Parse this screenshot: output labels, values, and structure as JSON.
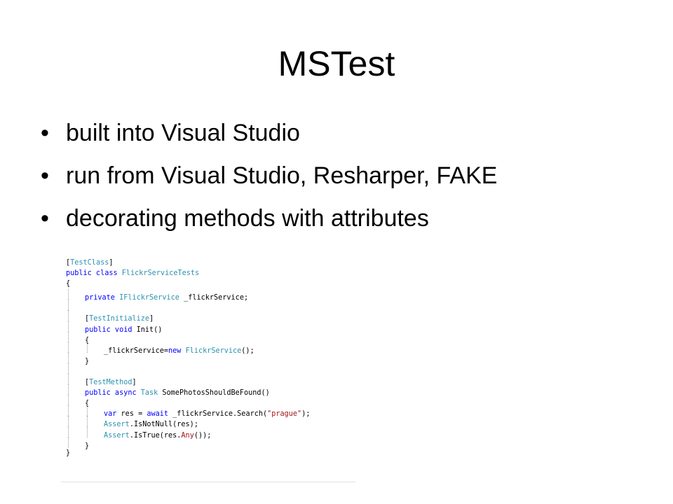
{
  "slide": {
    "title": "MSTest",
    "bullets": [
      "built into Visual Studio",
      "run from Visual Studio, Resharper, FAKE",
      "decorating methods with attributes"
    ],
    "bullet_glyph": "•"
  },
  "code": {
    "lines": [
      {
        "indent": 0,
        "tokens": [
          {
            "c": "pl",
            "t": "["
          },
          {
            "c": "ty",
            "t": "TestClass"
          },
          {
            "c": "pl",
            "t": "]"
          }
        ]
      },
      {
        "indent": 0,
        "tokens": [
          {
            "c": "kw",
            "t": "public class "
          },
          {
            "c": "ty",
            "t": "FlickrServiceTests"
          }
        ]
      },
      {
        "indent": 0,
        "tokens": [
          {
            "c": "pl",
            "t": "{"
          }
        ]
      },
      {
        "indent": 1,
        "tokens": [
          {
            "c": "kw",
            "t": "private "
          },
          {
            "c": "ty",
            "t": "IFlickrService"
          },
          {
            "c": "pl",
            "t": " _flickrService;"
          }
        ]
      },
      {
        "indent": 1,
        "tokens": [
          {
            "c": "pl",
            "t": ""
          }
        ]
      },
      {
        "indent": 1,
        "tokens": [
          {
            "c": "pl",
            "t": "["
          },
          {
            "c": "ty",
            "t": "TestInitialize"
          },
          {
            "c": "pl",
            "t": "]"
          }
        ]
      },
      {
        "indent": 1,
        "tokens": [
          {
            "c": "kw",
            "t": "public void "
          },
          {
            "c": "pl",
            "t": "Init()"
          }
        ]
      },
      {
        "indent": 1,
        "tokens": [
          {
            "c": "pl",
            "t": "{"
          }
        ]
      },
      {
        "indent": 2,
        "tokens": [
          {
            "c": "pl",
            "t": "_flickrService="
          },
          {
            "c": "kw",
            "t": "new "
          },
          {
            "c": "ty",
            "t": "FlickrService"
          },
          {
            "c": "pl",
            "t": "();"
          }
        ]
      },
      {
        "indent": 1,
        "tokens": [
          {
            "c": "pl",
            "t": "}"
          }
        ]
      },
      {
        "indent": 1,
        "tokens": [
          {
            "c": "pl",
            "t": ""
          }
        ]
      },
      {
        "indent": 1,
        "tokens": [
          {
            "c": "pl",
            "t": "["
          },
          {
            "c": "ty",
            "t": "TestMethod"
          },
          {
            "c": "pl",
            "t": "]"
          }
        ]
      },
      {
        "indent": 1,
        "tokens": [
          {
            "c": "kw",
            "t": "public async "
          },
          {
            "c": "ty",
            "t": "Task"
          },
          {
            "c": "pl",
            "t": " SomePhotosShouldBeFound()"
          }
        ]
      },
      {
        "indent": 1,
        "tokens": [
          {
            "c": "pl",
            "t": "{"
          }
        ]
      },
      {
        "indent": 2,
        "tokens": [
          {
            "c": "kw",
            "t": "var "
          },
          {
            "c": "pl",
            "t": "res = "
          },
          {
            "c": "kw",
            "t": "await "
          },
          {
            "c": "pl",
            "t": "_flickrService.Search("
          },
          {
            "c": "str",
            "t": "\"prague\""
          },
          {
            "c": "pl",
            "t": ");"
          }
        ]
      },
      {
        "indent": 2,
        "tokens": [
          {
            "c": "ty",
            "t": "Assert"
          },
          {
            "c": "pl",
            "t": ".IsNotNull(res);"
          }
        ]
      },
      {
        "indent": 2,
        "tokens": [
          {
            "c": "ty",
            "t": "Assert"
          },
          {
            "c": "pl",
            "t": ".IsTrue(res."
          },
          {
            "c": "str",
            "t": "Any"
          },
          {
            "c": "pl",
            "t": "());"
          }
        ]
      },
      {
        "indent": 1,
        "tokens": [
          {
            "c": "pl",
            "t": "}"
          }
        ]
      },
      {
        "indent": 0,
        "tokens": [
          {
            "c": "pl",
            "t": "}"
          }
        ]
      }
    ]
  },
  "colors": {
    "keyword": "#0000ff",
    "type": "#2b91af",
    "string": "#a31515",
    "text": "#000000",
    "background": "#ffffff"
  }
}
